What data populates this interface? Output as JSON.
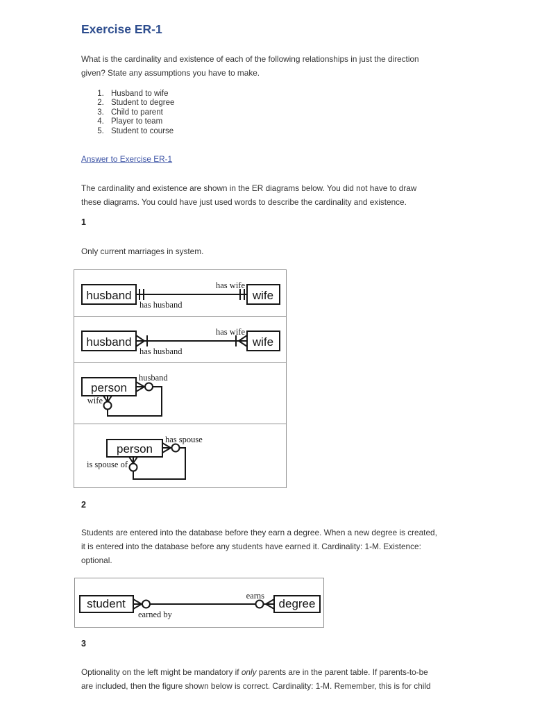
{
  "page": {
    "title": "Exercise ER-1",
    "intro_lines": [
      "What is the cardinality and existence of each of the following relationships in just the direction",
      "given? State any assumptions you have to make."
    ],
    "list_items": [
      "Husband to wife",
      "Student to degree",
      "Child to parent",
      "Player to team",
      "Student to course"
    ],
    "answer_link": "Answer to Exercise ER-1",
    "answer_intro_lines": [
      "The cardinality and existence are shown in the ER diagrams below. You did not have to draw",
      "these diagrams. You could have just used words to describe the cardinality and existence."
    ],
    "colors": {
      "title_blue": "#2d4d8e",
      "link_blue": "#3c53a5",
      "body_text": "#333333",
      "diagram_border": "#909090",
      "diagram_ink": "#161616"
    }
  },
  "section1": {
    "number": "1",
    "caption": "Only current marriages in system.",
    "diagram_mandatory_one": {
      "left_entity": "husband",
      "right_entity": "wife",
      "label_above": "has wife",
      "label_below": "has husband",
      "left_notation": "one-mandatory-double-bar",
      "right_notation": "one-mandatory-double-bar"
    },
    "diagram_crowsfoot_bar": {
      "left_entity": "husband",
      "right_entity": "wife",
      "label_above": "has wife",
      "label_below": "has husband",
      "left_notation": "crows-foot-with-bar",
      "right_notation": "crows-foot-with-bar"
    },
    "diagram_recursive_1": {
      "entity": "person",
      "label_right": "husband",
      "label_left": "wife",
      "right_notation": "crows-foot-optional-circle",
      "bottom_notation": "crows-foot-optional-circle"
    },
    "diagram_recursive_2": {
      "entity": "person",
      "label_right": "has spouse",
      "label_left": "is spouse of",
      "right_notation": "crows-foot-optional-circle",
      "bottom_notation": "crows-foot-optional-circle"
    }
  },
  "section2": {
    "number": "2",
    "paragraph_lines": [
      "Students are entered into the database before they earn a degree. When a new degree is created,",
      "it is entered into the database before any students have earned it. Cardinality: 1-M. Existence:",
      "optional."
    ],
    "diagram_student_degree": {
      "left_entity": "student",
      "right_entity": "degree",
      "label_above": "earns",
      "label_below": "earned by",
      "left_notation": "crows-foot-optional-circle",
      "right_notation": "optional-circle-crows-foot"
    }
  },
  "section3": {
    "number": "3",
    "line1_before": "Optionality on the left might be mandatory if ",
    "line1_italic": "only",
    "line1_after": " parents are in the parent table. If parents-to-be",
    "line2": "are included, then the figure shown below is correct. Cardinality: 1-M. Remember, this is for child"
  }
}
